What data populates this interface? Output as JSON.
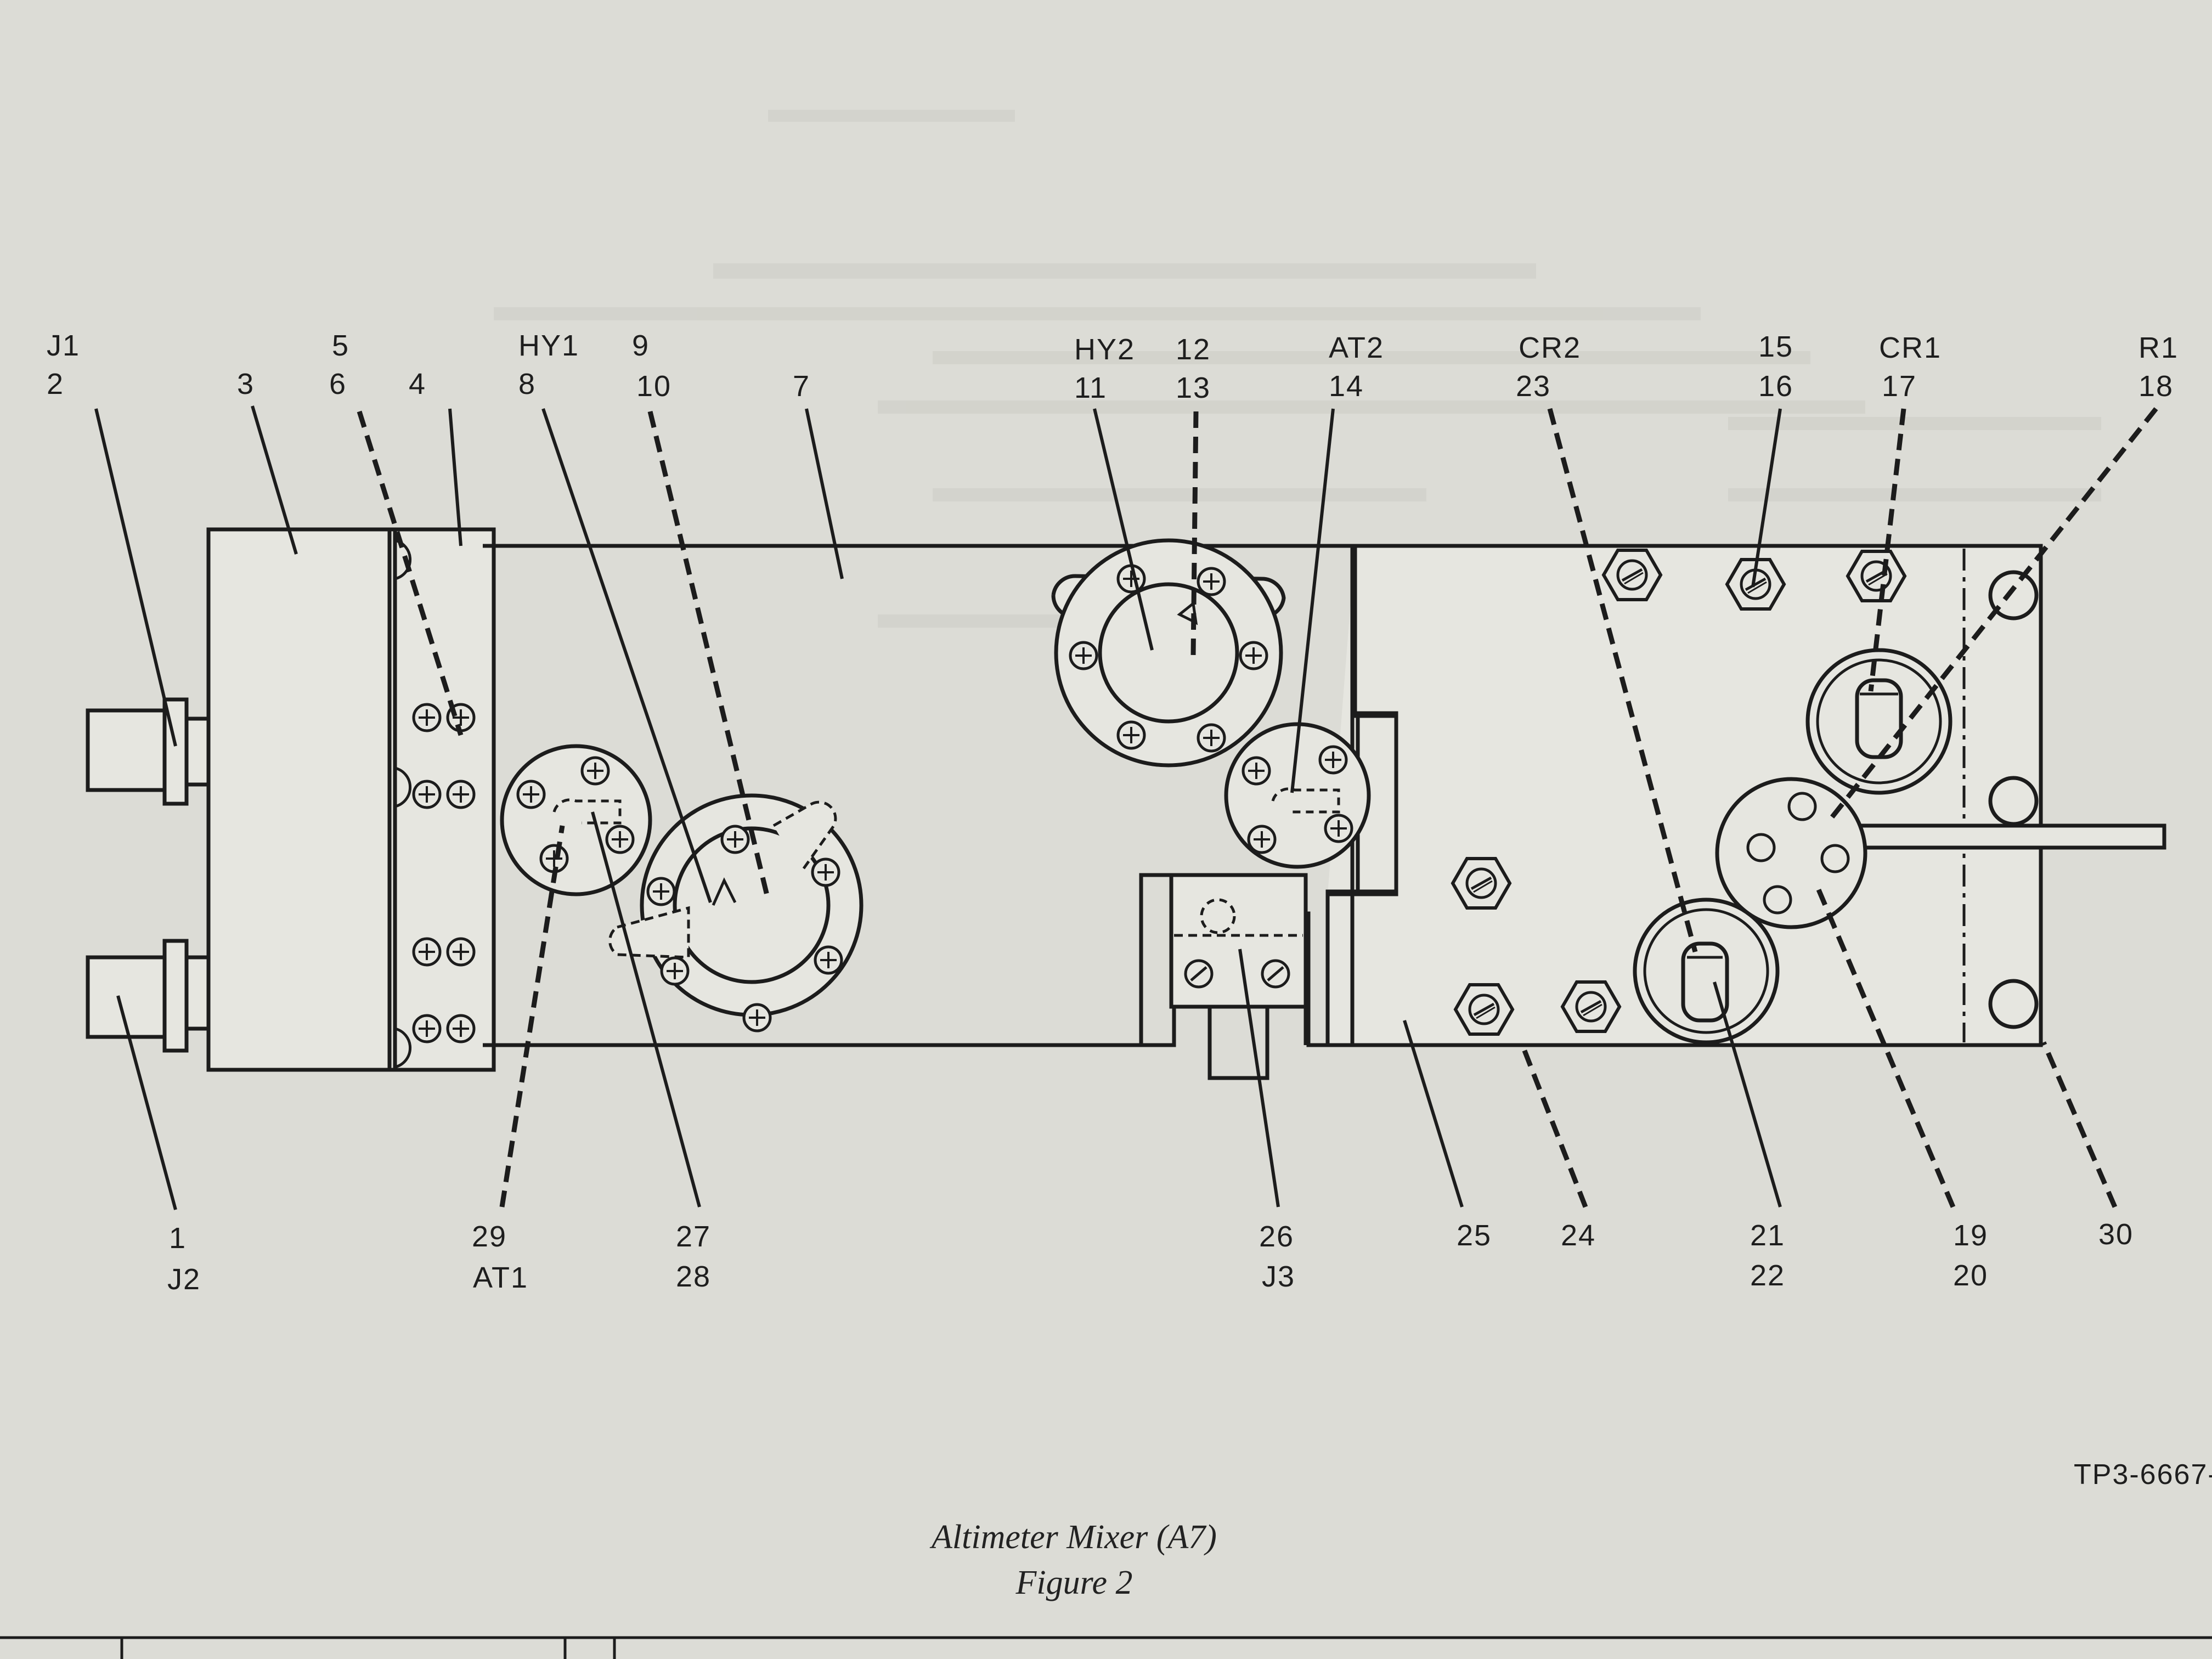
{
  "figure": {
    "title": "Altimeter Mixer (A7)",
    "subtitle": "Figure 2",
    "reference_code": "TP3-6667-"
  },
  "top_callouts": [
    [
      "J1",
      "2"
    ],
    [
      "3"
    ],
    [
      "5",
      "6"
    ],
    [
      "4"
    ],
    [
      "HY1",
      "8"
    ],
    [
      "9",
      "10"
    ],
    [
      "7"
    ],
    [
      "HY2",
      "11"
    ],
    [
      "12",
      "13"
    ],
    [
      "AT2",
      "14"
    ],
    [
      "CR2",
      "23"
    ],
    [
      "15",
      "16"
    ],
    [
      "CR1",
      "17"
    ],
    [
      "R1",
      "18"
    ]
  ],
  "bottom_callouts": [
    [
      "1",
      "J2"
    ],
    [
      "29",
      "AT1"
    ],
    [
      "27",
      "28"
    ],
    [
      "26",
      "J3"
    ],
    [
      "25"
    ],
    [
      "24"
    ],
    [
      "21",
      "22"
    ],
    [
      "19",
      "20"
    ],
    [
      "30"
    ]
  ],
  "icons": [
    "coaxial-connector-icon",
    "screw-icon",
    "hex-nut-icon",
    "diode-holder-icon",
    "attenuator-icon",
    "hybrid-coupler-icon"
  ]
}
